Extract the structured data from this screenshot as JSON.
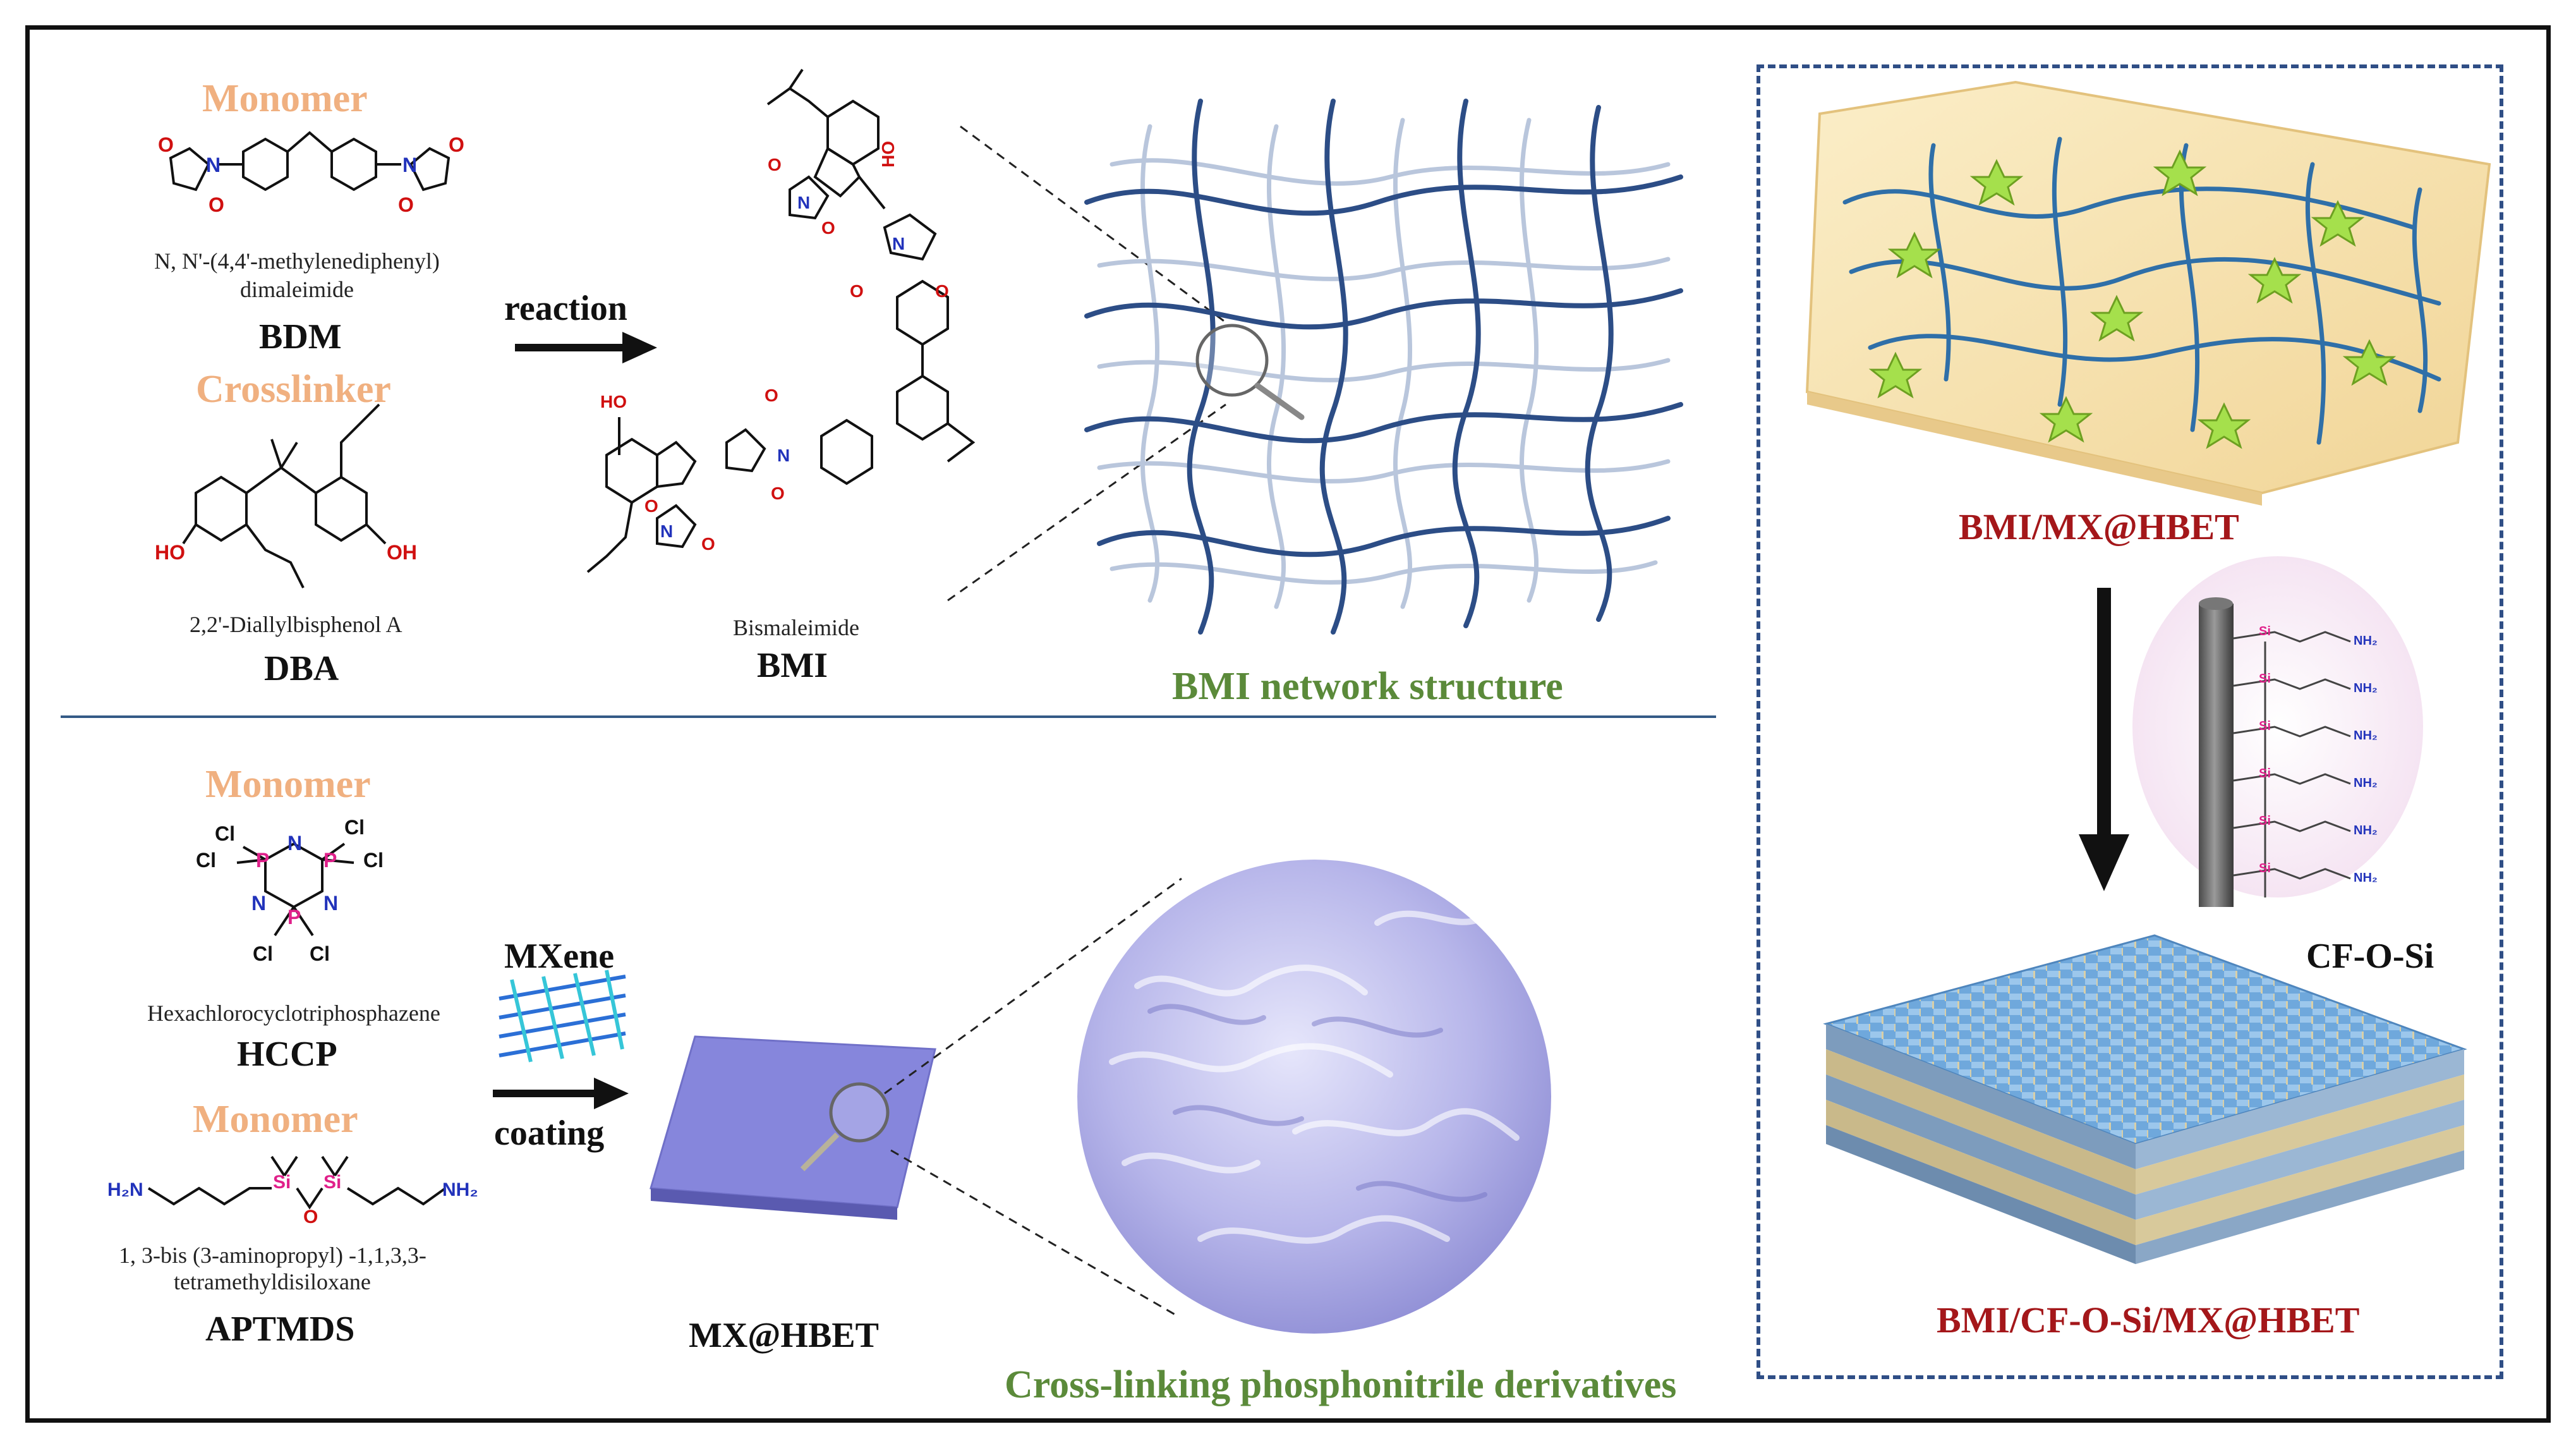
{
  "top": {
    "monomer": "Monomer",
    "bdm_name_1": "N, N'-(4,4'-methylenediphenyl)",
    "bdm_name_2": "dimaleimide",
    "bdm": "BDM",
    "crosslinker": "Crosslinker",
    "dba_name": "2,2'-Diallylbisphenol A",
    "dba": "DBA",
    "reaction": "reaction",
    "bmi_name": "Bismaleimide",
    "bmi": "BMI",
    "network": "BMI network structure"
  },
  "bottom": {
    "monomer_1": "Monomer",
    "hccp_name": "Hexachlorocyclotriphosphazene",
    "hccp": "HCCP",
    "monomer_2": "Monomer",
    "aptmds_name_1": "1, 3-bis (3-aminopropyl) -1,1,3,3-",
    "aptmds_name_2": "tetramethyldisiloxane",
    "aptmds": "APTMDS",
    "mxene": "MXene",
    "coating": "coating",
    "mx_hbet": "MX@HBET",
    "crosslinking": "Cross-linking phosphonitrile derivatives"
  },
  "right": {
    "bmi_mx": "BMI/MX@HBET",
    "cf_o_si": "CF-O-Si",
    "final": "BMI/CF-O-Si/MX@HBET"
  },
  "atoms": {
    "N": "N",
    "O": "O",
    "HO": "HO",
    "OH": "OH",
    "Cl": "Cl",
    "P": "P",
    "Si": "Si",
    "H2N": "H₂N",
    "NH2": "NH₂"
  },
  "colors": {
    "accent_orange": "#f0b080",
    "accent_red": "#a4171a",
    "accent_green": "#5b8a3a",
    "network_blue": "#2c4d86",
    "frame_dash": "#2f4e86"
  }
}
